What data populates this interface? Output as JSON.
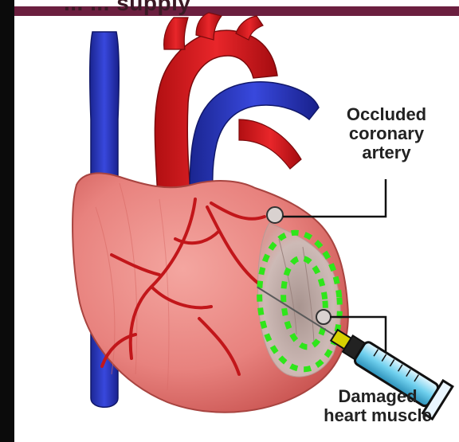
{
  "diagram": {
    "heading_fragment": "... ... supply",
    "labels": {
      "occluded": [
        "Occluded",
        "coronary",
        "artery"
      ],
      "damaged": [
        "Damaged",
        "heart muscle"
      ]
    },
    "colors": {
      "myocardium": "#e8827e",
      "aorta": "#d9191b",
      "vein": "#2a37c8",
      "damaged_zone": "#c8b3b0",
      "dotted_outline": "#2ee61a",
      "syringe_barrel": "#6fd0ee"
    }
  }
}
